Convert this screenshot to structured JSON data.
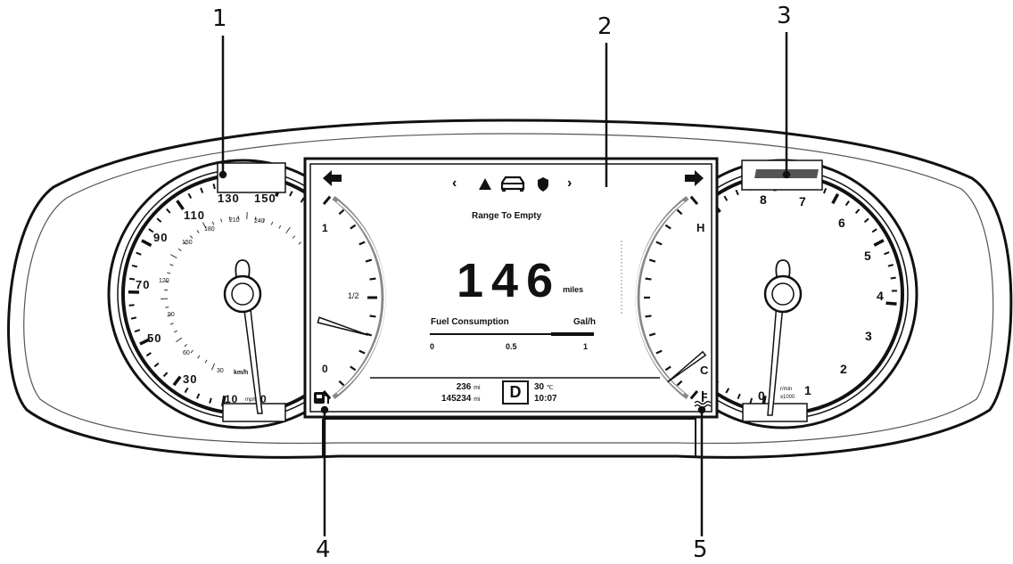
{
  "callouts": [
    "1",
    "2",
    "3",
    "4",
    "5"
  ],
  "speedometer": {
    "mph_labels": [
      "10",
      "30",
      "50",
      "70",
      "90",
      "110",
      "130",
      "150"
    ],
    "kmh_labels": [
      "30",
      "60",
      "90",
      "120",
      "150",
      "180",
      "210",
      "240"
    ],
    "unit_label": "km/h",
    "unit_sub": "mph",
    "zero_label": "0"
  },
  "tachometer": {
    "labels": [
      "0",
      "1",
      "2",
      "3",
      "4",
      "5",
      "6",
      "7",
      "8"
    ],
    "unit_line1": "r/min",
    "unit_line2": "x1000"
  },
  "fuel_gauge": {
    "labels": [
      "1",
      "1/2",
      "0"
    ],
    "level": 0.33
  },
  "temp_gauge": {
    "labels": [
      "H",
      "C"
    ],
    "level": 0.12
  },
  "screen": {
    "range_title": "Range To Empty",
    "range_value": "146",
    "range_unit": "miles",
    "fuel_consumption_label": "Fuel Consumption",
    "fuel_consumption_unit": "Gal/h",
    "fuel_consumption_ticks": [
      "0",
      "0.5",
      "1"
    ],
    "trip_distance": "236",
    "odometer": "145234",
    "distance_unit": "mi",
    "gear": "D",
    "outside_temp": "30",
    "temp_unit": "℃",
    "clock": "10:07",
    "nav_left": "‹",
    "nav_right": "›"
  }
}
